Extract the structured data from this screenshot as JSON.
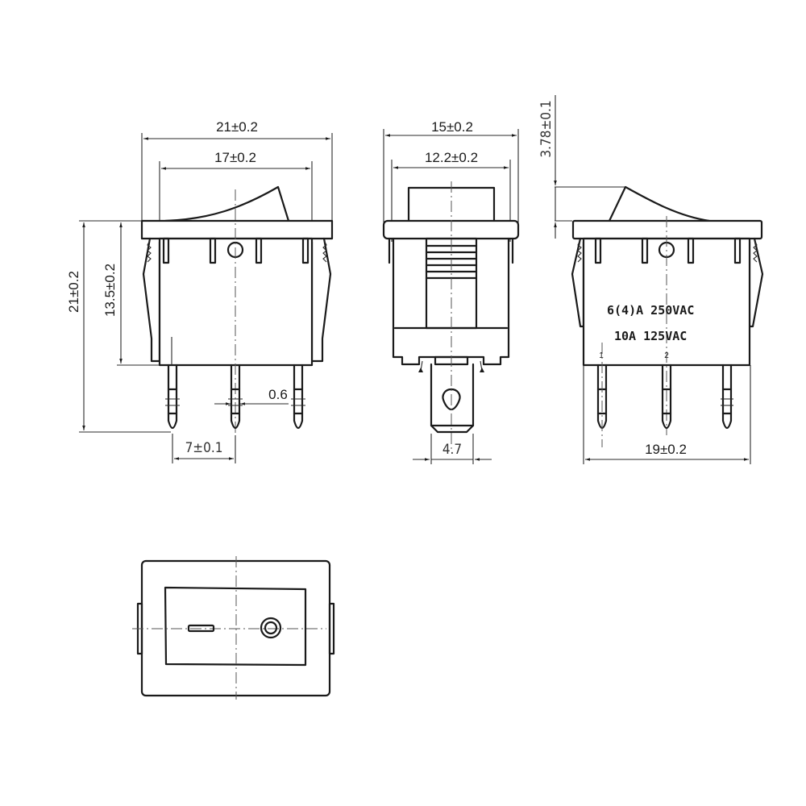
{
  "drawing": {
    "subject": "Rocker switch dimensional drawing",
    "units": "mm",
    "stroke_color": "#1a1a1a",
    "background": "#ffffff"
  },
  "front_view": {
    "dims": {
      "overall_width": "21±0.2",
      "inner_width": "17±0.2",
      "overall_height": "21±0.2",
      "body_height": "13.5±0.2",
      "pin_thickness": "0.6",
      "pin_pitch": "7±0.1"
    }
  },
  "side_view": {
    "dims": {
      "overall_width": "15±0.2",
      "inner_width": "12.2±0.2",
      "terminal_width": "4.7"
    }
  },
  "right_view": {
    "dims": {
      "rocker_height": "3.78±0.1",
      "pin_span": "19±0.2"
    },
    "rating_lines": [
      "6(4)A 250VAC",
      "10A 125VAC"
    ],
    "pin_labels": [
      "1",
      "2"
    ]
  },
  "top_view": {
    "features": [
      "rocker-face",
      "off-symbol-dash",
      "on-symbol-circle",
      "side-clips"
    ]
  }
}
